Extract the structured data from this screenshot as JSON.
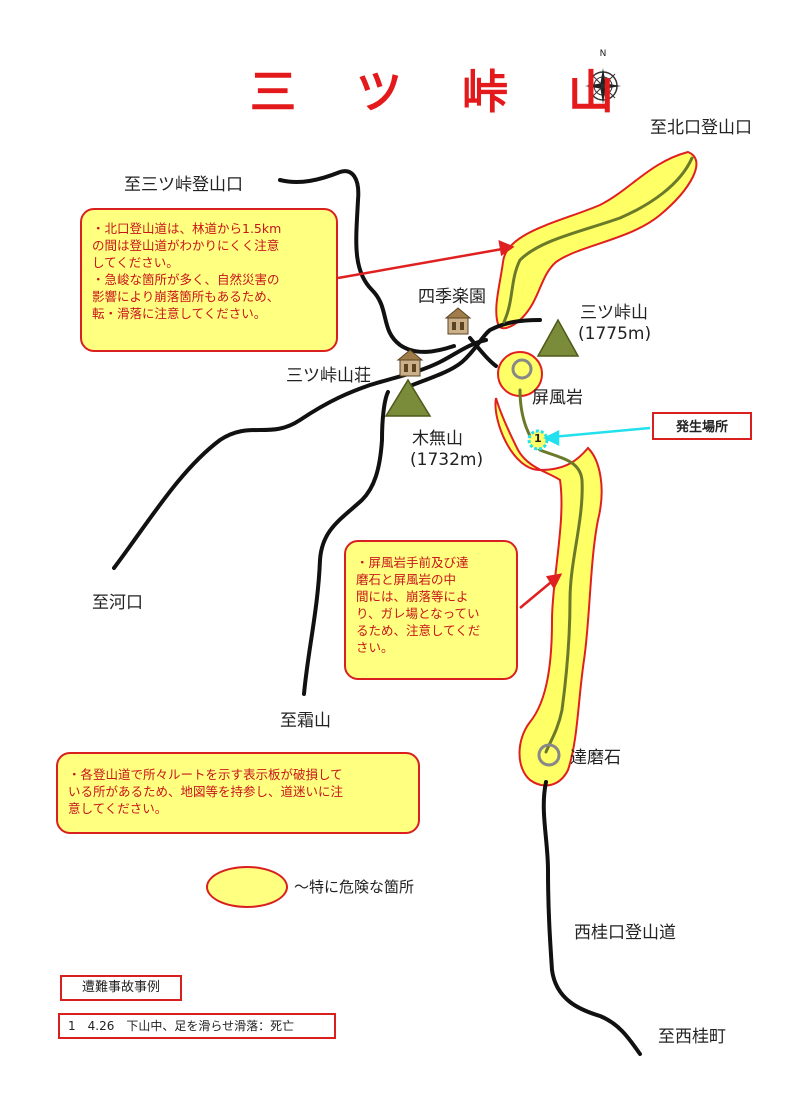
{
  "title": "三 ツ 峠 山",
  "compass_letter": "N",
  "colors": {
    "trail": "#111111",
    "danger_fill": "#ffff66",
    "danger_border": "#e02020",
    "title": "#e4191b",
    "arrow_red": "#e02020",
    "arrow_cyan": "#22e0ee",
    "mountain": "#7a8b3a"
  },
  "places": {
    "kitaguchi": "至北口登山口",
    "mitsutoge_trailhead": "至三ツ峠登山口",
    "shikiraku": "四季楽園",
    "mitsutoge_peak": "三ツ峠山",
    "mitsutoge_elev": "(1775m)",
    "sanso": "三ツ峠山荘",
    "byobu": "屏風岩",
    "kinashi": "木無山",
    "kinashi_elev": "(1732m)",
    "kawaguchi": "至河口",
    "shimoyama": "至霜山",
    "daruma": "達磨石",
    "nishikatsura_trail": "西桂口登山道",
    "nishikatsura_town": "至西桂町"
  },
  "incident_site_label": "発生場所",
  "incident_marker_number": "1",
  "notes": {
    "north": [
      "・北口登山道は、林道から1.5km",
      "の間は登山道がわかりにくく注意",
      "してください。",
      "・急峻な箇所が多く、自然災害の",
      "影響により崩落箇所もあるため、",
      "転・滑落に注意してください。"
    ],
    "middle": [
      "・屏風岩手前及び達",
      "磨石と屏風岩の中",
      "間には、崩落等によ",
      "り、ガレ場となってい",
      "るため、注意してくだ",
      "さい。"
    ],
    "general": [
      "・各登山道で所々ルートを示す表示板が破損して",
      "いる所があるため、地図等を持参し、道迷いに注",
      "意してください。"
    ]
  },
  "legend": {
    "label": "～特に危険な箇所"
  },
  "cases": {
    "title": "遭難事故事例",
    "items": [
      "1　4.26　下山中、足を滑らせ滑落：死亡"
    ]
  }
}
